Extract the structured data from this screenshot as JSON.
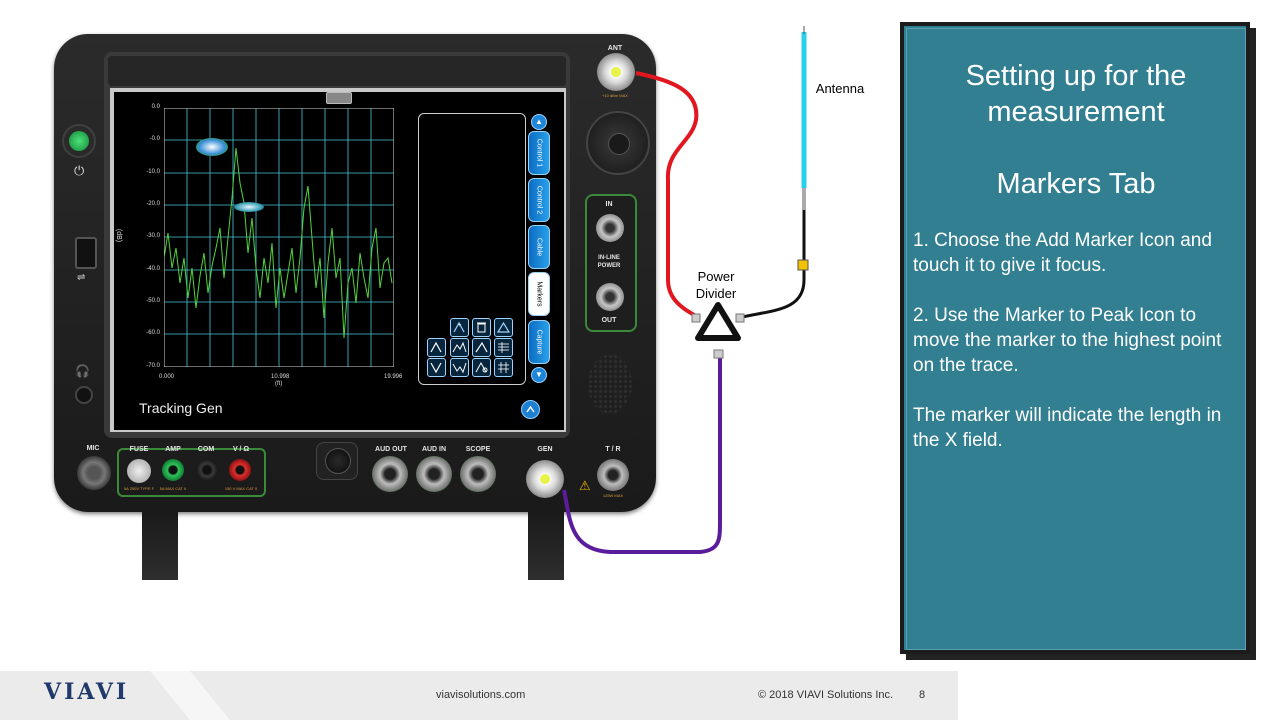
{
  "instrument": {
    "screen": {
      "y_axis_label": "(dB)",
      "y_ticks": [
        "0.0",
        "-0.0",
        "-10.0",
        "-20.0",
        "-30.0",
        "-40.0",
        "-50.0",
        "-60.0",
        "-70.0"
      ],
      "x_ticks": [
        "0.000",
        "10.998",
        "19.996"
      ],
      "x_unit": "(ft)",
      "mode_label": "Tracking Gen",
      "tabs": [
        "Control 1",
        "Control 2",
        "Cable",
        "Markers",
        "Capture"
      ],
      "active_tab": "Markers"
    },
    "top_connector": {
      "label": "ANT",
      "rating": "+10 dBm MAX"
    },
    "inline": {
      "in_label": "IN",
      "title": "IN-LINE POWER",
      "out_label": "OUT"
    },
    "bottom_jacks": {
      "mic": "MIC",
      "fuse": "FUSE",
      "amp": "AMP",
      "com": "COM",
      "v_ohm": "V / Ω",
      "fuse_rating": "5A 250V TYPE F",
      "amp_rating": "5A MAX CAT II",
      "v_rating": "150 V MAX CAT II",
      "aud_out": "AUD OUT",
      "aud_in": "AUD IN",
      "scope": "SCOPE",
      "gen": "GEN",
      "tr": "T / R",
      "tr_rating": "125W MAX"
    }
  },
  "diagram": {
    "antenna_label": "Antenna",
    "divider_label_1": "Power",
    "divider_label_2": "Divider",
    "colors": {
      "ant_cable": "#e2161e",
      "gen_cable": "#5b1c9c",
      "antenna": "#27d1e8"
    }
  },
  "callout": {
    "title_line1": "Setting up for the",
    "title_line2": "measurement",
    "subtitle": "Markers Tab",
    "step1": "1.  Choose the Add Marker Icon and touch it to give it focus.",
    "step2": "2. Use the Marker to Peak Icon to move the marker to the highest point on the trace.",
    "note": "The marker will indicate the length in the X field."
  },
  "footer": {
    "logo": "VIAVI",
    "website": "viavisolutions.com",
    "copyright": "© 2018 VIAVI Solutions Inc.",
    "page_number": "8"
  }
}
